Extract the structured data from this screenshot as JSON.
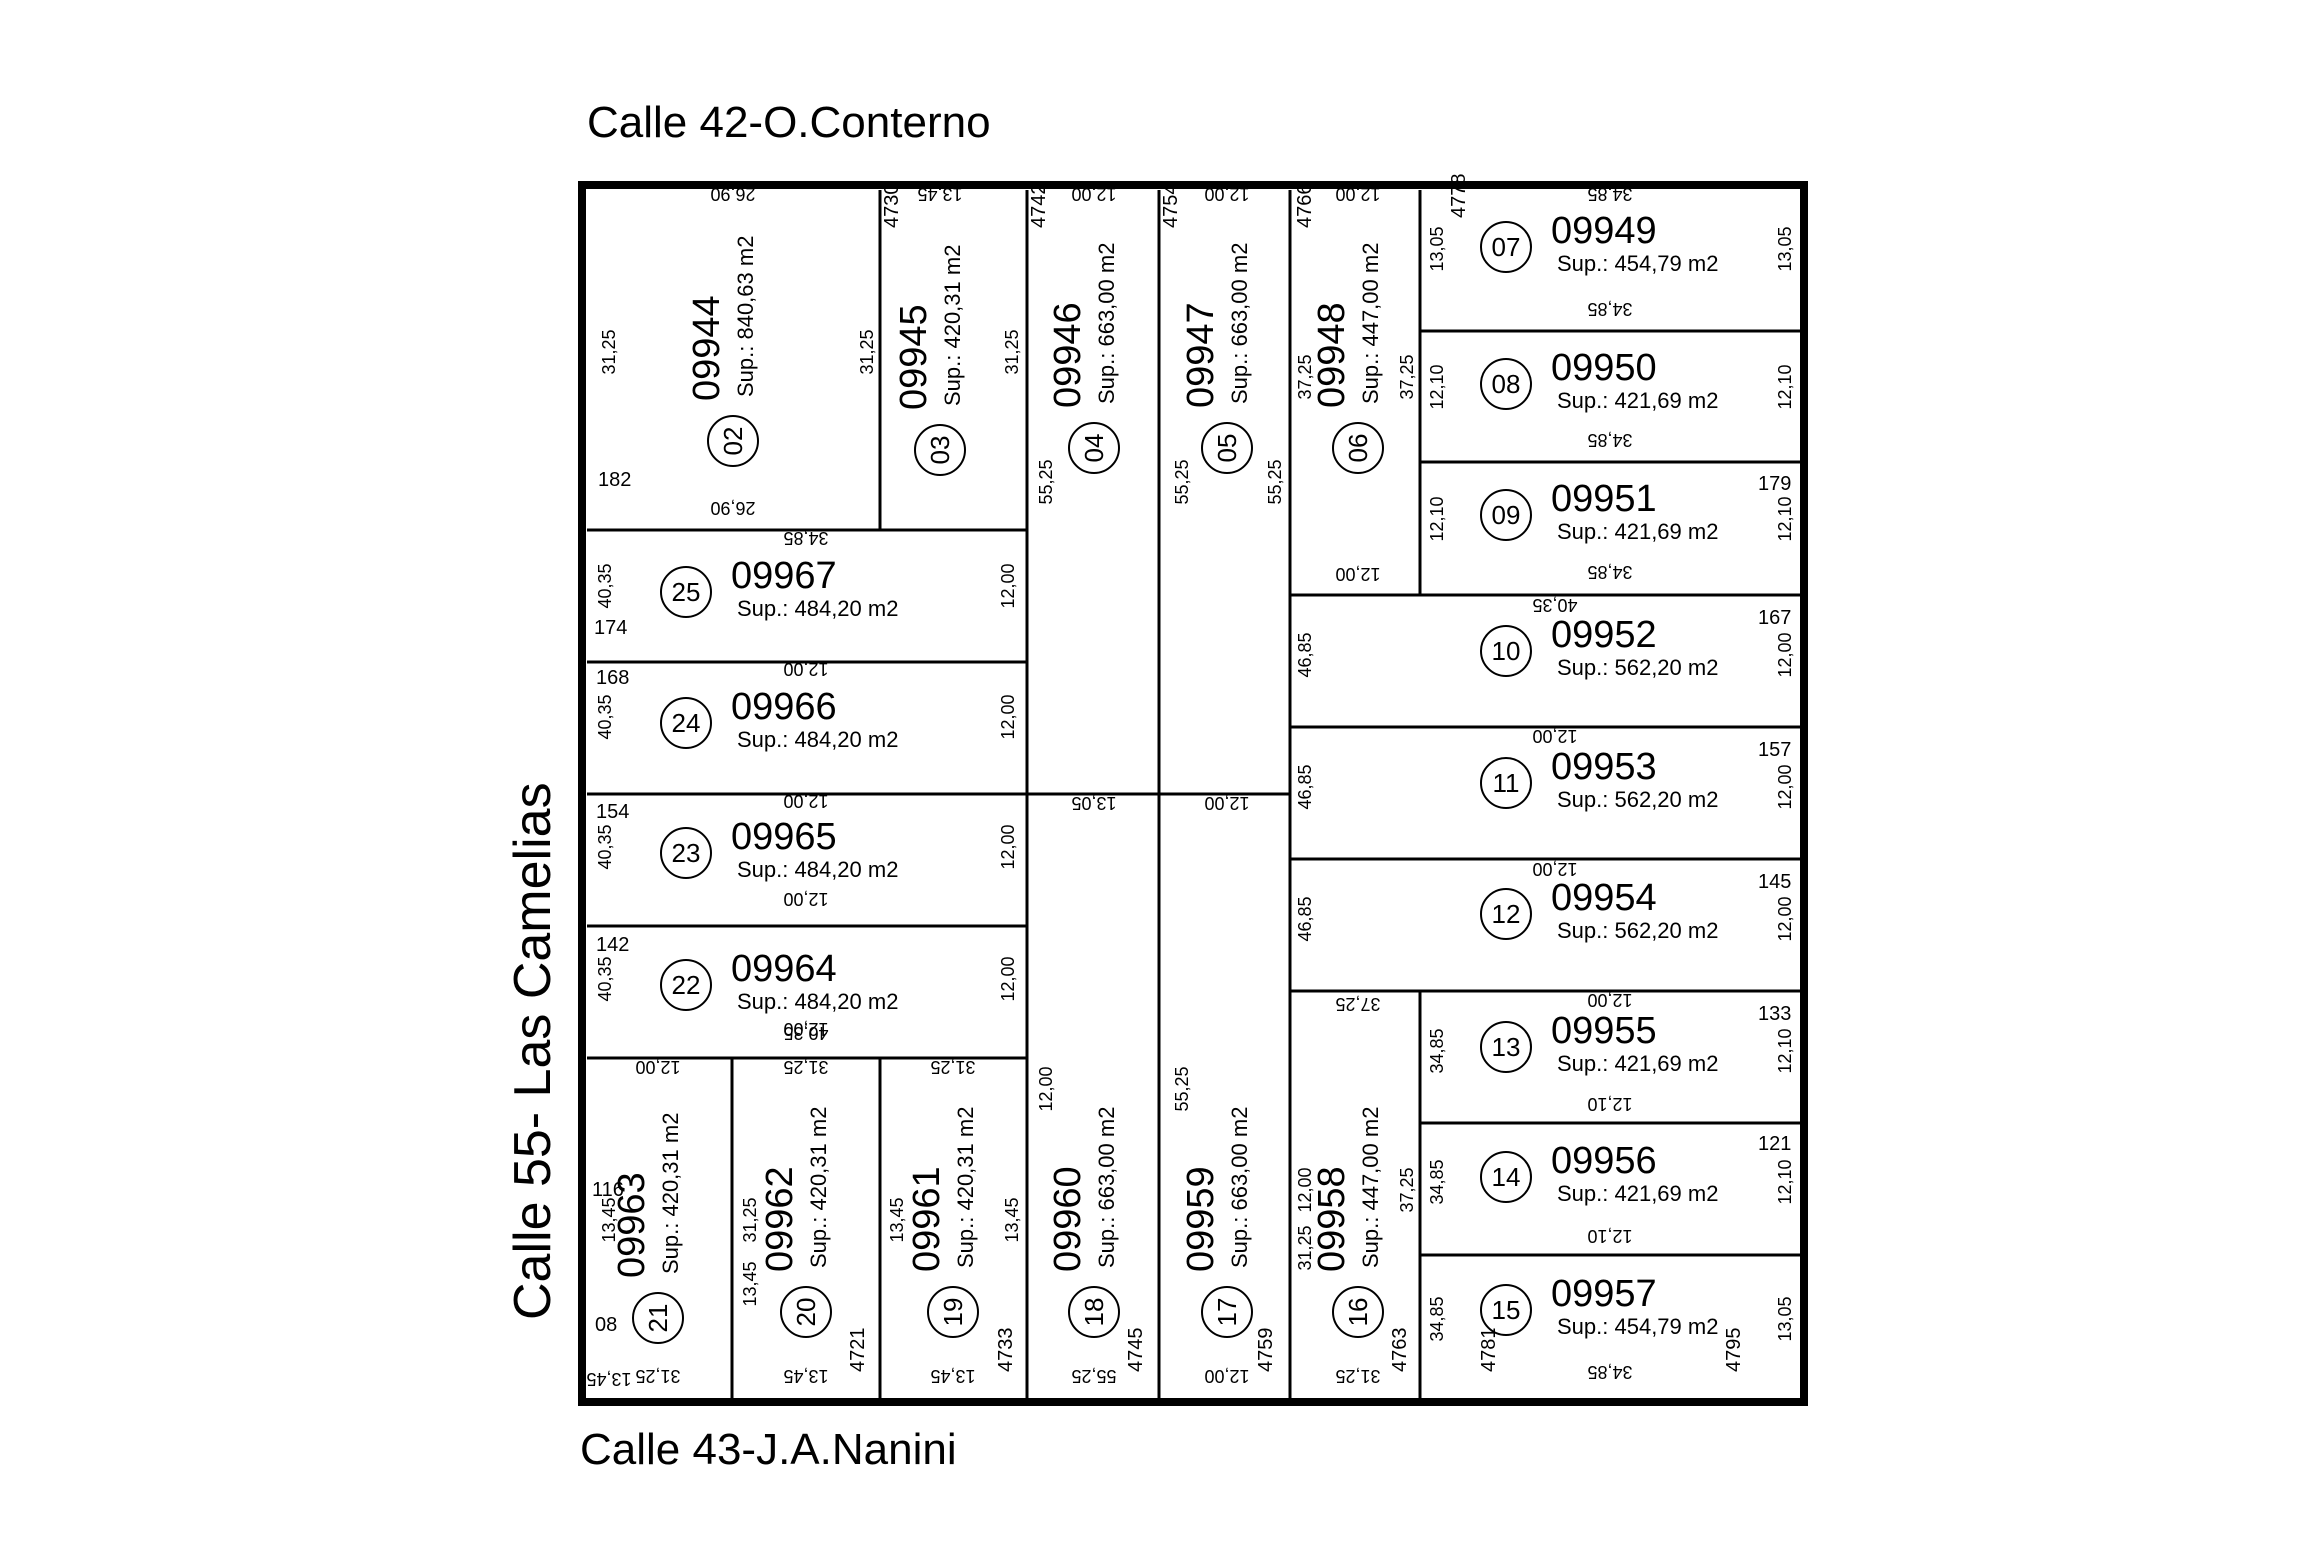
{
  "streets": {
    "top": "Calle 42-O.Conterno",
    "bottom": "Calle 43-J.A.Nanini",
    "left": "Calle 55- Las Camelias"
  },
  "lots": [
    {
      "n": "02",
      "id": "09944",
      "sup": "Sup.: 840,63 m2"
    },
    {
      "n": "03",
      "id": "09945",
      "sup": "Sup.: 420,31 m2"
    },
    {
      "n": "04",
      "id": "09946",
      "sup": "Sup.: 663,00 m2"
    },
    {
      "n": "05",
      "id": "09947",
      "sup": "Sup.: 663,00 m2"
    },
    {
      "n": "06",
      "id": "09948",
      "sup": "Sup.: 447,00 m2"
    },
    {
      "n": "07",
      "id": "09949",
      "sup": "Sup.: 454,79 m2"
    },
    {
      "n": "08",
      "id": "09950",
      "sup": "Sup.: 421,69 m2"
    },
    {
      "n": "09",
      "id": "09951",
      "sup": "Sup.: 421,69 m2"
    },
    {
      "n": "10",
      "id": "09952",
      "sup": "Sup.: 562,20 m2"
    },
    {
      "n": "11",
      "id": "09953",
      "sup": "Sup.: 562,20 m2"
    },
    {
      "n": "12",
      "id": "09954",
      "sup": "Sup.: 562,20 m2"
    },
    {
      "n": "13",
      "id": "09955",
      "sup": "Sup.: 421,69 m2"
    },
    {
      "n": "14",
      "id": "09956",
      "sup": "Sup.: 421,69 m2"
    },
    {
      "n": "15",
      "id": "09957",
      "sup": "Sup.: 454,79 m2"
    },
    {
      "n": "16",
      "id": "09958",
      "sup": "Sup.: 447,00 m2"
    },
    {
      "n": "17",
      "id": "09959",
      "sup": "Sup.: 663,00 m2"
    },
    {
      "n": "18",
      "id": "09960",
      "sup": "Sup.: 663,00 m2"
    },
    {
      "n": "19",
      "id": "09961",
      "sup": "Sup.: 420,31 m2"
    },
    {
      "n": "20",
      "id": "09962",
      "sup": "Sup.: 420,31 m2"
    },
    {
      "n": "21",
      "id": "09963",
      "sup": "Sup.: 420,31 m2"
    },
    {
      "n": "22",
      "id": "09964",
      "sup": "Sup.: 484,20 m2"
    },
    {
      "n": "23",
      "id": "09965",
      "sup": "Sup.: 484,20 m2"
    },
    {
      "n": "24",
      "id": "09966",
      "sup": "Sup.: 484,20 m2"
    },
    {
      "n": "25",
      "id": "09967",
      "sup": "Sup.: 484,20 m2"
    }
  ],
  "dimensions": [
    "26,90",
    "26,90",
    "31,25",
    "31,25",
    "13,45",
    "31,25",
    "12,00",
    "55,25",
    "12,00",
    "55,25",
    "55,25",
    "12,00",
    "37,25",
    "37,25",
    "12,00",
    "34,85",
    "13,05",
    "13,05",
    "34,85",
    "34,85",
    "12,10",
    "12,10",
    "34,85",
    "12,10",
    "12,10",
    "34,85",
    "40,35",
    "12,00",
    "12,00",
    "40,35",
    "12,00",
    "12,00",
    "40,35",
    "12,00",
    "12,00",
    "40,35",
    "40,35",
    "12,00",
    "12,00",
    "40,35",
    "46,85",
    "12,00",
    "12,00",
    "46,85",
    "12,00",
    "12,00",
    "46,85",
    "12,00",
    "12,00",
    "34,85",
    "12,10",
    "12,10",
    "34,85",
    "12,10",
    "12,10",
    "34,85",
    "34,85",
    "13,05",
    "13,05",
    "12,00",
    "12,00",
    "55,25",
    "55,25",
    "12,00",
    "12,00",
    "37,25",
    "37,25",
    "12,00",
    "13,45",
    "31,25",
    "31,25",
    "13,45",
    "13,45",
    "31,25",
    "13,45",
    "13,45",
    "31,25",
    "31,25",
    "13,45",
    "13,45",
    "31,25",
    "13,45"
  ],
  "cadastral_numbers": [
    "4730",
    "4742",
    "4754",
    "4766",
    "4778",
    "182",
    "179",
    "174",
    "168",
    "167",
    "157",
    "154",
    "145",
    "142",
    "133",
    "121",
    "116",
    "08",
    "4721",
    "4733",
    "4745",
    "4759",
    "4763",
    "4781",
    "4795"
  ]
}
